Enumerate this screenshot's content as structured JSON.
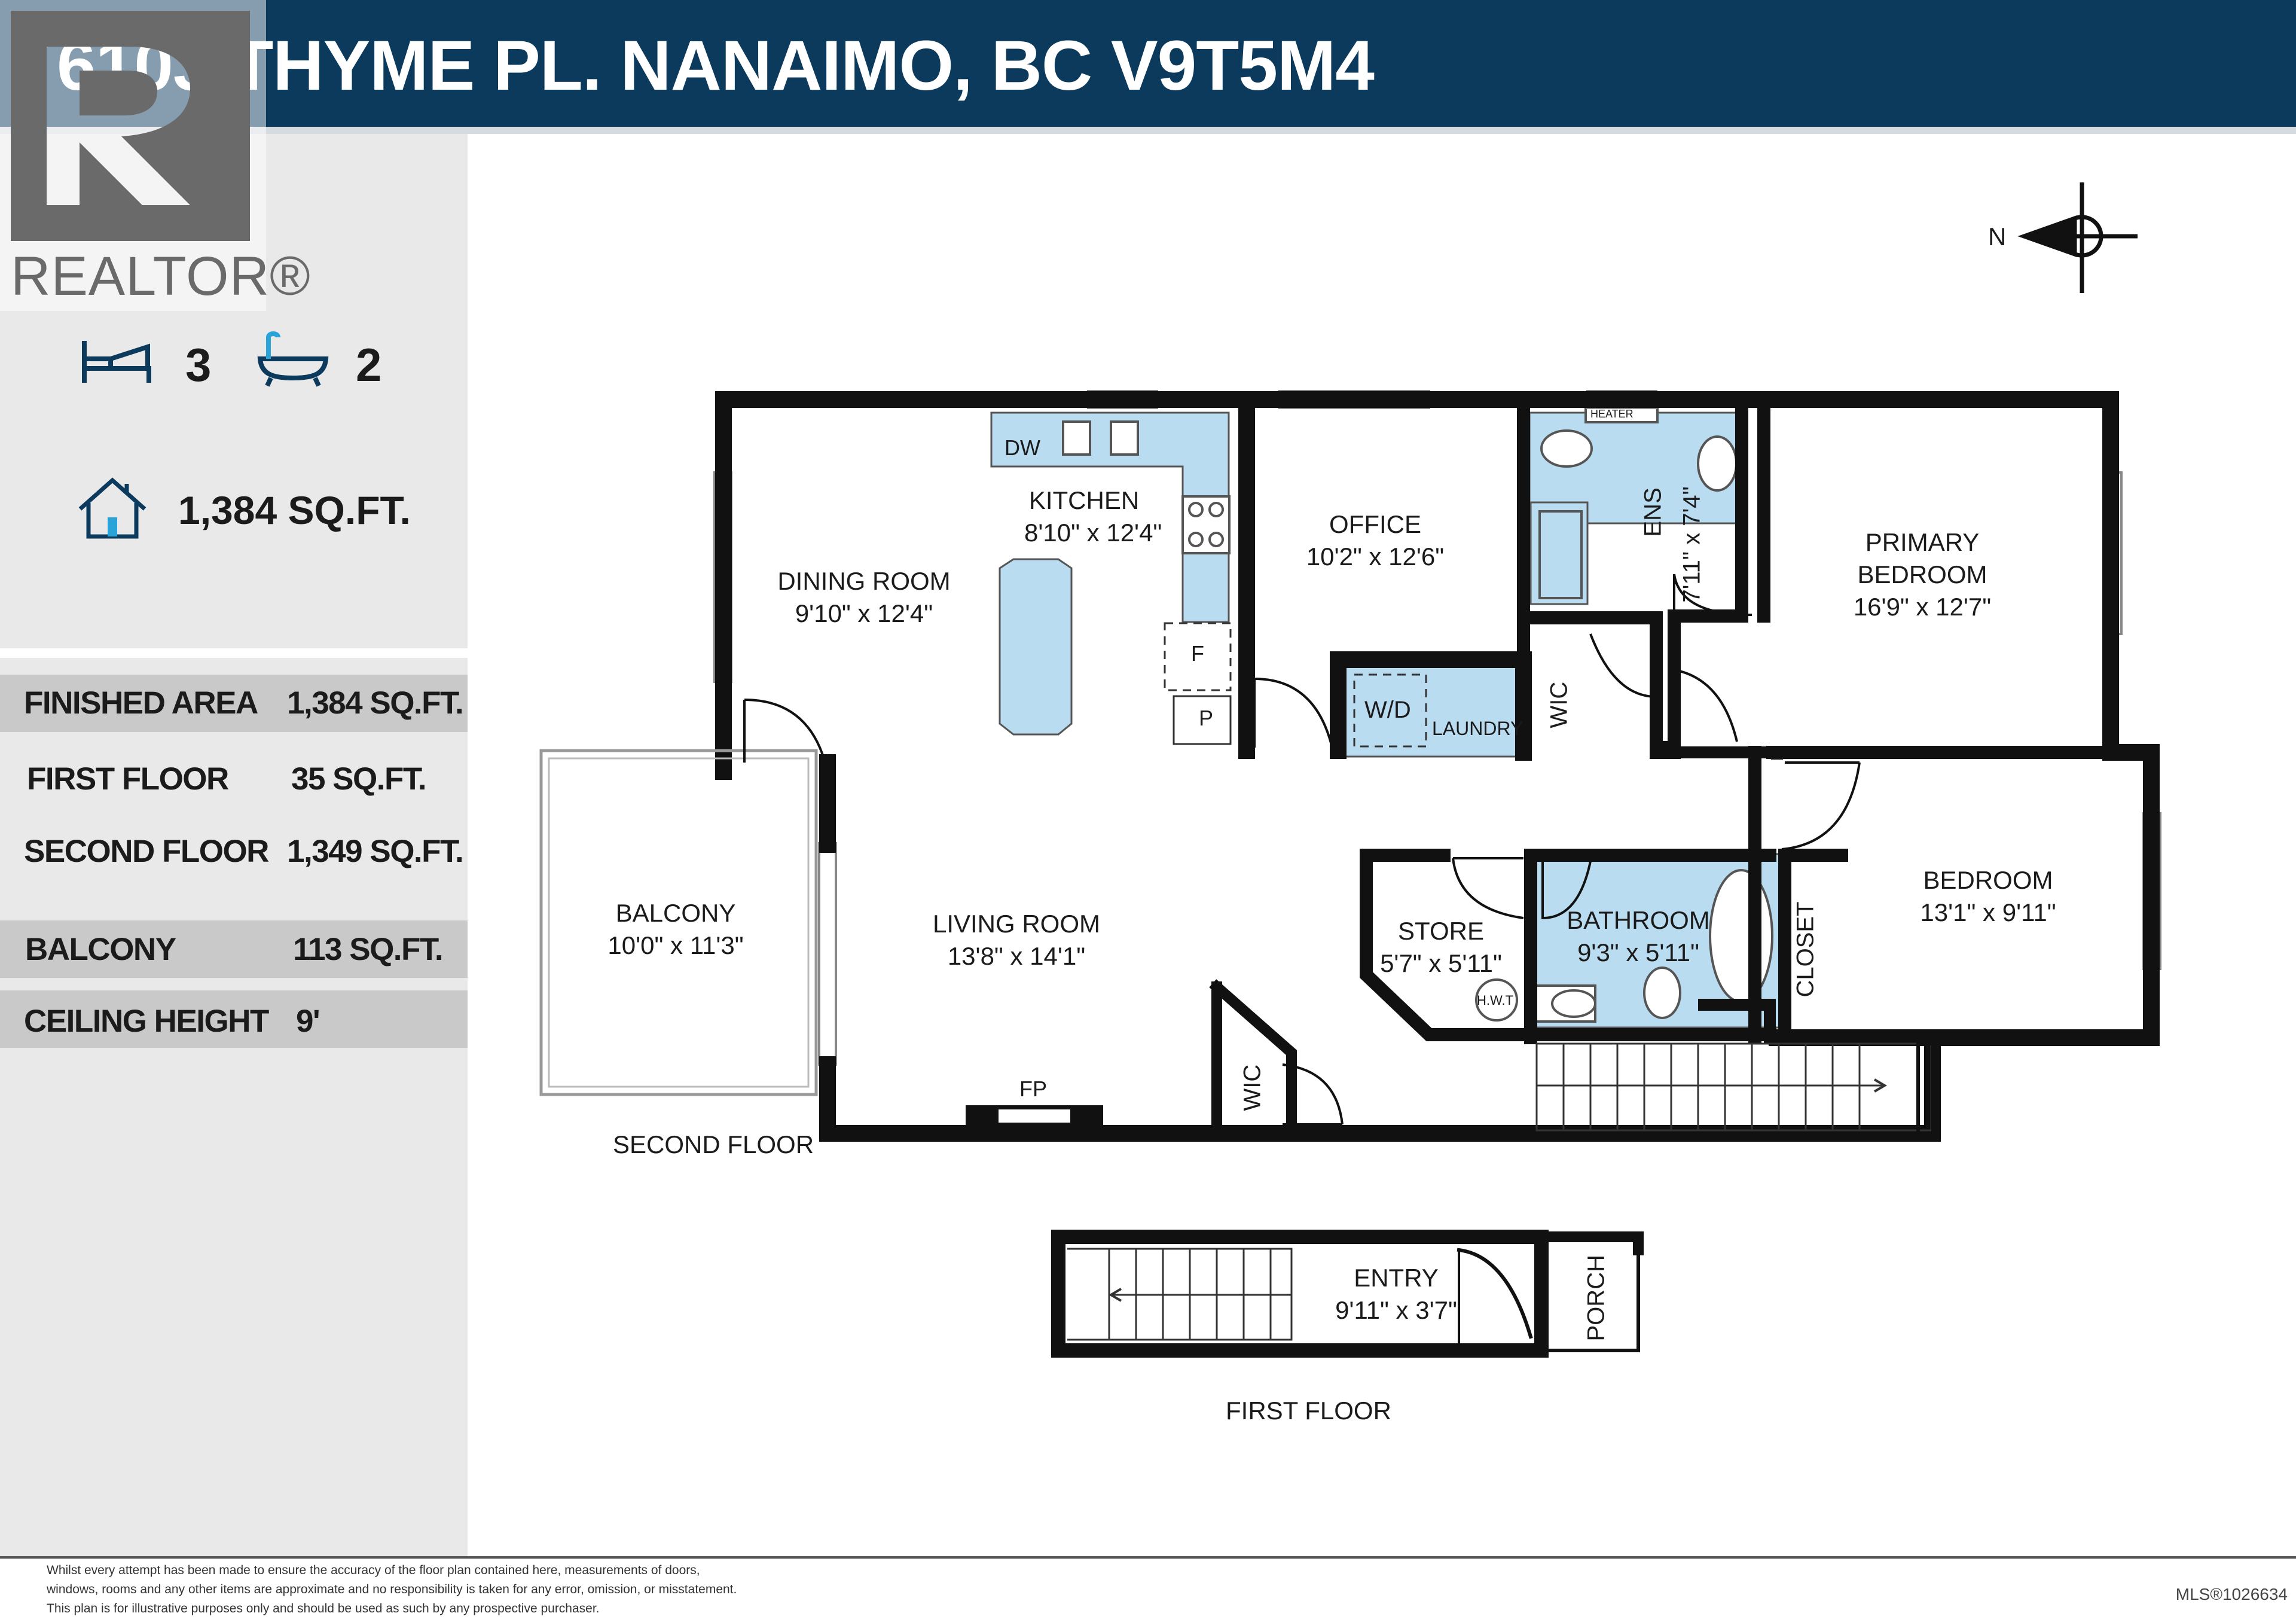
{
  "header": {
    "title": "6103 THYME PL. NANAIMO, BC V9T5M4"
  },
  "brand": {
    "logo_text": "REALTOR®"
  },
  "features": {
    "bedrooms": "3",
    "bathrooms": "2",
    "area": "1,384 SQ.FT."
  },
  "stats": [
    {
      "label": "FINISHED AREA",
      "value": "1,384 SQ.FT."
    },
    {
      "label": "FIRST FLOOR",
      "value": "35 SQ.FT."
    },
    {
      "label": "SECOND FLOOR",
      "value": "1,349 SQ.FT."
    },
    {
      "label": "BALCONY",
      "value": "113 SQ.FT."
    },
    {
      "label": "CEILING HEIGHT",
      "value": "9'"
    }
  ],
  "compass": {
    "label": "N"
  },
  "rooms": {
    "kitchen": {
      "name": "KITCHEN",
      "dims": "8'10\" x 12'4\""
    },
    "dining": {
      "name": "DINING ROOM",
      "dims": "9'10\" x 12'4\""
    },
    "office": {
      "name": "OFFICE",
      "dims": "10'2\" x 12'6\""
    },
    "ens": {
      "name": "ENS",
      "dims": "7'11\" x 7'4\""
    },
    "primary": {
      "name1": "PRIMARY",
      "name2": "BEDROOM",
      "dims": "16'9\" x 12'7\""
    },
    "balcony": {
      "name": "BALCONY",
      "dims": "10'0\" x 11'3\""
    },
    "living": {
      "name": "LIVING ROOM",
      "dims": "13'8\" x 14'1\""
    },
    "store": {
      "name": "STORE",
      "dims": "5'7\" x 5'11\""
    },
    "bathroom": {
      "name": "BATHROOM",
      "dims": "9'3\" x 5'11\""
    },
    "bedroom": {
      "name": "BEDROOM",
      "dims": "13'1\" x 9'11\""
    },
    "entry": {
      "name": "ENTRY",
      "dims": "9'11\" x 3'7\""
    }
  },
  "fixtures": {
    "dw": "DW",
    "fridge": "F",
    "pantry": "P",
    "wd": "W/D",
    "laundry": "LAUNDRY",
    "wic": "WIC",
    "closet": "CLOSET",
    "fp": "FP",
    "hwt": "H.W.T",
    "heater": "HEATER",
    "porch": "PORCH"
  },
  "floors": {
    "second": "SECOND FLOOR",
    "first": "FIRST FLOOR"
  },
  "footer": {
    "disclaimer_1": "Whilst every attempt has been made to ensure the accuracy of the floor plan contained here, measurements of doors,",
    "disclaimer_2": "windows, rooms and any other items are approximate and no responsibility is taken for any error, omission, or misstatement.",
    "disclaimer_3": "This plan is for illustrative purposes only and should be used as such by any prospective purchaser.",
    "mls": "MLS®1026634"
  },
  "colors": {
    "header": "#0b3a5c",
    "sidebar": "#e9e9e9",
    "band": "#c9c9c9",
    "fixture_blue": "#b9dcf1",
    "wall": "#111111"
  }
}
